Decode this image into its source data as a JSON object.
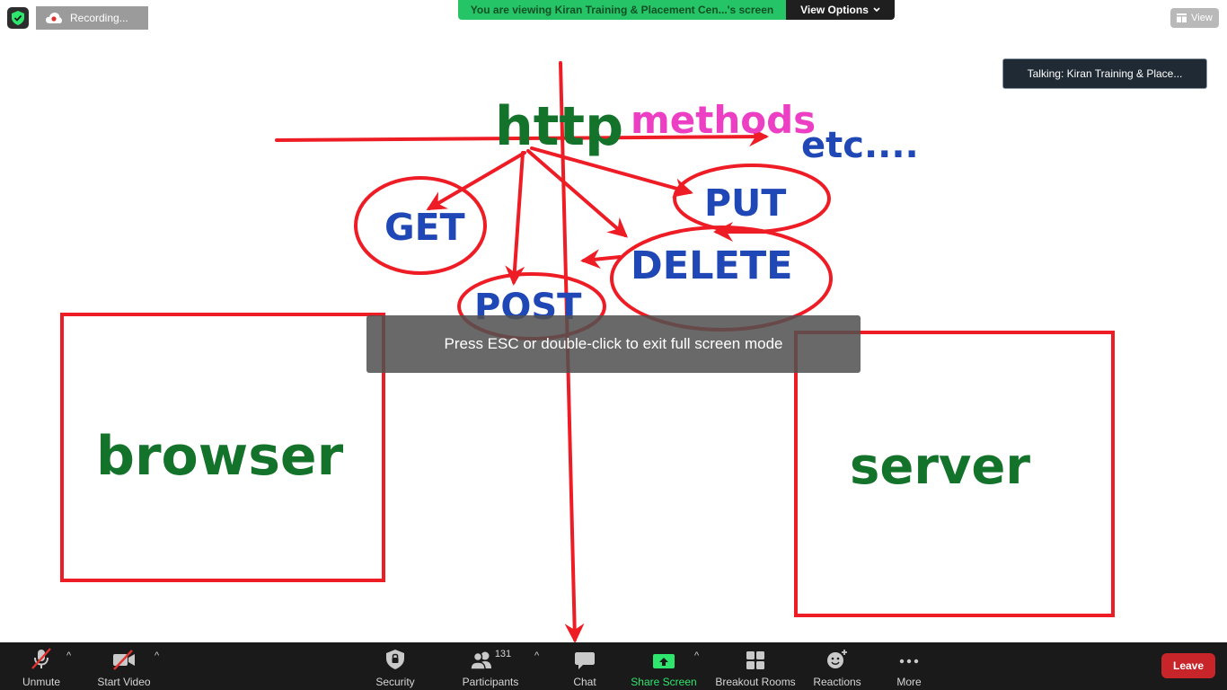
{
  "colors": {
    "ink_red": "#ee1c25",
    "ink_green": "#14732a",
    "ink_blue": "#1f47b5",
    "ink_pink": "#ec3fc4",
    "share_green": "#2ee56d",
    "leave_red": "#c7252a",
    "banner_green": "#25c466"
  },
  "top_bar": {
    "recording_label": "Recording...",
    "viewing_banner": "You are viewing Kiran Training & Placement Cen...'s screen",
    "view_options_label": "View Options",
    "view_button_label": "View",
    "talking_indicator": "Talking: Kiran Training & Place..."
  },
  "whiteboard": {
    "http": "http",
    "methods": "methods",
    "etc": "etc....",
    "get": "GET",
    "put": "PUT",
    "delete": "DELETE",
    "post": "POST",
    "browser": "browser",
    "server": "server"
  },
  "fullscreen_hint": "Press ESC or double-click to exit full screen mode",
  "toolbar": {
    "unmute": "Unmute",
    "start_video": "Start Video",
    "security": "Security",
    "participants": "Participants",
    "participant_count": "131",
    "chat": "Chat",
    "share_screen": "Share Screen",
    "breakout_rooms": "Breakout Rooms",
    "reactions": "Reactions",
    "more": "More",
    "leave": "Leave"
  }
}
